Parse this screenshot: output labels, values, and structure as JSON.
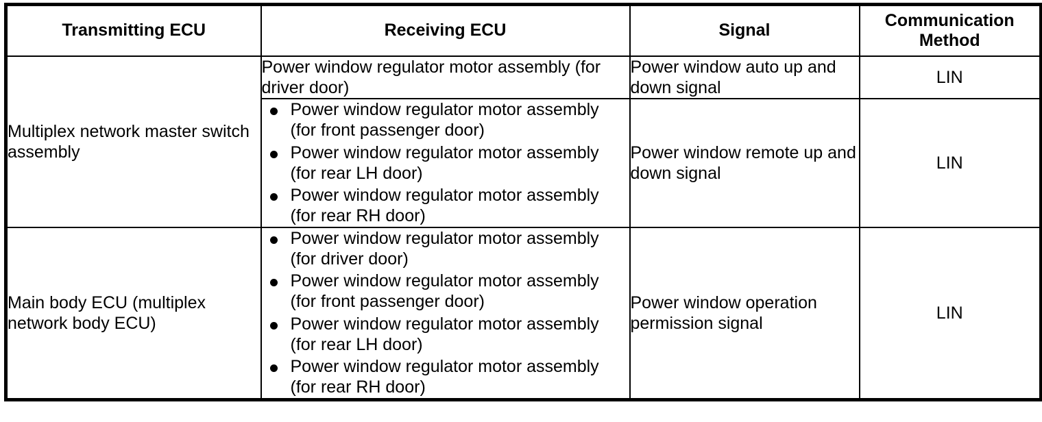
{
  "table": {
    "columns": [
      {
        "key": "transmitting_ecu",
        "label": "Transmitting ECU"
      },
      {
        "key": "receiving_ecu",
        "label": "Receiving ECU"
      },
      {
        "key": "signal",
        "label": "Signal"
      },
      {
        "key": "communication_method",
        "label": "Communication\nMethod"
      }
    ],
    "header": {
      "col1": "Transmitting ECU",
      "col2": "Receiving ECU",
      "col3": "Signal",
      "col4_line1": "Communication",
      "col4_line2": "Method"
    },
    "groups": [
      {
        "transmitting_ecu": "Multiplex network master switch assembly",
        "rows": [
          {
            "receiving_plain": "Power window regulator motor assembly (for driver door)",
            "receiving_bullets": [],
            "signal": "Power window auto up and down signal",
            "communication_method": "LIN"
          },
          {
            "receiving_plain": "",
            "receiving_bullets": [
              {
                "main": "Power window regulator motor assembly",
                "sub": "(for front passenger door)"
              },
              {
                "main": "Power window regulator motor assembly",
                "sub": "(for rear LH door)"
              },
              {
                "main": "Power window regulator motor assembly",
                "sub": "(for rear RH door)"
              }
            ],
            "signal": "Power window remote up and down signal",
            "communication_method": "LIN"
          }
        ]
      },
      {
        "transmitting_ecu": "Main body ECU (multiplex network body ECU)",
        "rows": [
          {
            "receiving_plain": "",
            "receiving_bullets": [
              {
                "main": "Power window regulator motor assembly",
                "sub": "(for driver door)"
              },
              {
                "main": "Power window regulator motor assembly",
                "sub": "(for front passenger door)"
              },
              {
                "main": "Power window regulator motor assembly",
                "sub": "(for rear LH door)"
              },
              {
                "main": "Power window regulator motor assembly",
                "sub": "(for rear RH door)"
              }
            ],
            "signal": "Power window operation permission signal",
            "communication_method": "LIN"
          }
        ]
      }
    ]
  },
  "colors": {
    "border": "#000000",
    "text": "#000000",
    "background": "#ffffff"
  }
}
